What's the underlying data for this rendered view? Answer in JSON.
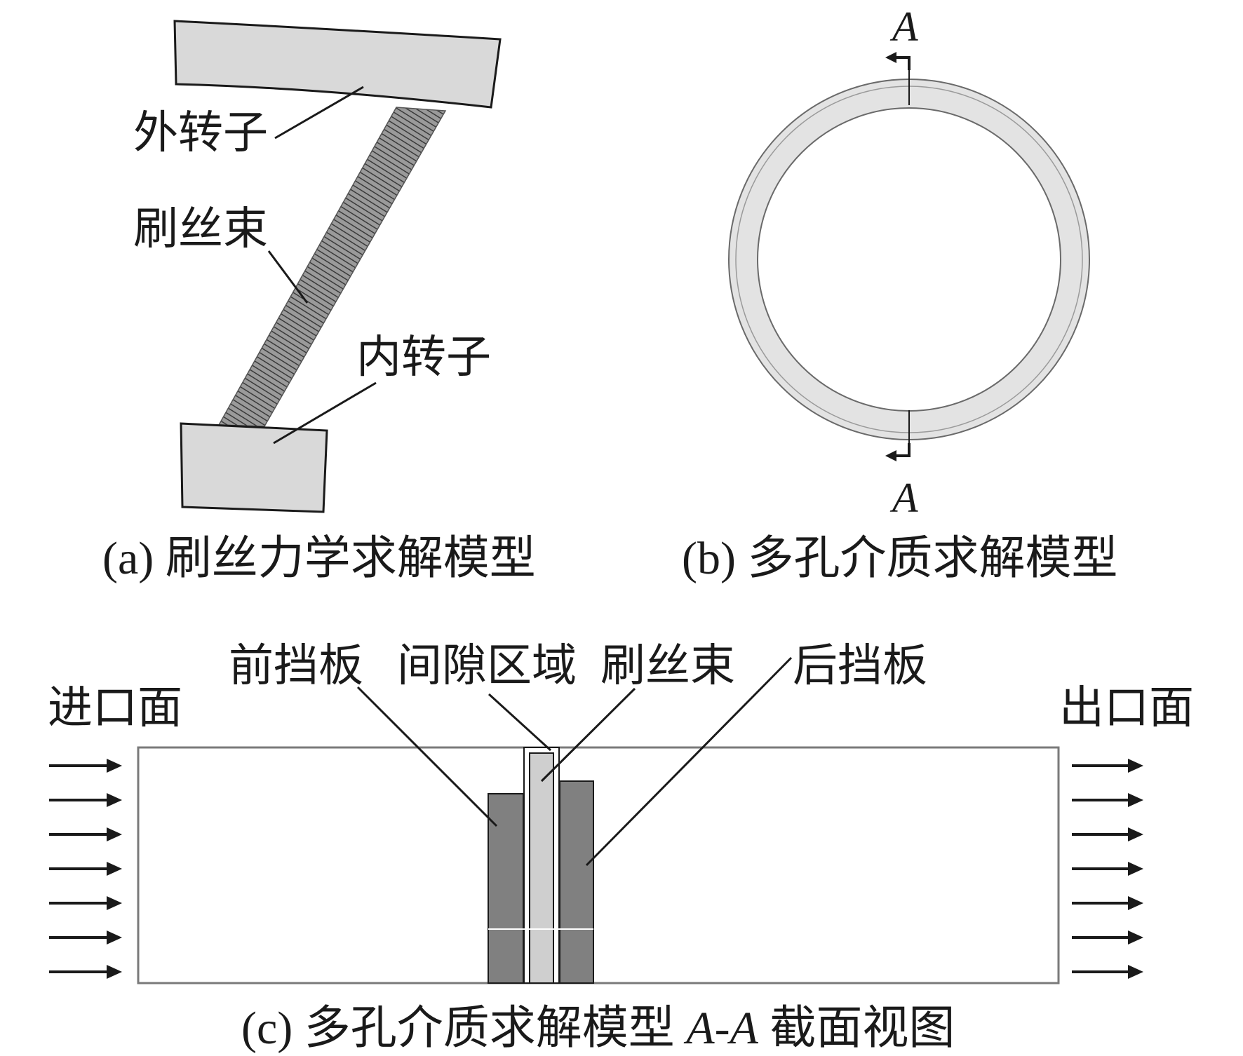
{
  "panel_a": {
    "labels": {
      "outer_rotor": "外转子",
      "bristle_pack": "刷丝束",
      "inner_rotor": "内转子"
    },
    "caption": "(a) 刷丝力学求解模型"
  },
  "panel_b": {
    "section_mark": "A",
    "caption": "(b) 多孔介质求解模型"
  },
  "panel_c": {
    "labels": {
      "front_plate": "前挡板",
      "gap_region": "间隙区域",
      "bristle_pack": "刷丝束",
      "back_plate": "后挡板",
      "inlet": "进口面",
      "outlet": "出口面"
    },
    "caption_prefix": "(c) 多孔介质求解模型 ",
    "caption_section": "A-A",
    "caption_suffix": " 截面视图",
    "flow_arrow_count": 7
  },
  "colors": {
    "line": "#1a1a1a",
    "rotor_fill": "#d9d9d9",
    "bristle_fill": "#777777",
    "ring_fill": "#e3e3e3",
    "plate_fill": "#808080",
    "porous_fill": "#cfcfcf"
  }
}
